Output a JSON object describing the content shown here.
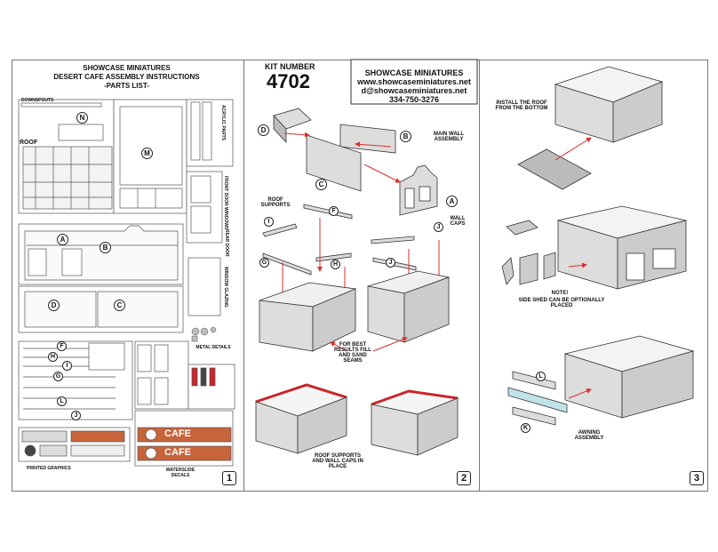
{
  "page1": {
    "title_line1": "SHOWCASE MINIATURES",
    "title_line2": "DESERT CAFE ASSEMBLY INSTRUCTIONS",
    "title_line3": "-PARTS LIST-",
    "label_downspouts": "DOWNSPOUTS",
    "label_roof": "ROOF",
    "label_acrylic": "ACRYLIC PARTS",
    "label_front_door": "FRONT DOOR WINDOWS",
    "label_rear_door": "REAR DOOR",
    "label_window_glazing": "WINDOW GLAZING",
    "label_metal_details": "METAL DETAILS",
    "label_printed_graphics": "PRINTED GRAPHICS",
    "label_waterslide": "WATERSLIDE DECALS",
    "decal_text": "CAFE",
    "page_number": "1",
    "parts": [
      "N",
      "M",
      "A",
      "B",
      "D",
      "C",
      "F",
      "H",
      "I",
      "G",
      "L",
      "J"
    ]
  },
  "page2": {
    "kit_label": "KIT NUMBER",
    "kit_number": "4702",
    "company": "SHOWCASE MINIATURES",
    "website": "www.showcaseminiatures.net",
    "email": "d@showcaseminiatures.net",
    "phone": "334-750-3276",
    "label_main_wall": "MAIN WALL ASSEMBLY",
    "label_roof_supports": "ROOF SUPPORTS",
    "label_wall_caps": "WALL CAPS",
    "label_best_results": "FOR BEST RESULTS FILL AND SAND SEAMS",
    "label_in_place": "ROOF SUPPORTS AND WALL CAPS IN PLACE",
    "parts": [
      "D",
      "B",
      "C",
      "A",
      "I",
      "F",
      "J",
      "G",
      "H",
      "J"
    ],
    "page_number": "2"
  },
  "page3": {
    "label_install_roof": "INSTALL THE ROOF FROM THE BOTTOM",
    "label_note": "NOTE!",
    "label_side_shed": "SIDE SHED CAN BE OPTIONALLY PLACED",
    "label_awning": "AWNING ASSEMBLY",
    "parts": [
      "L",
      "K"
    ],
    "page_number": "3"
  },
  "colors": {
    "line": "#333333",
    "arrow": "#d9302c",
    "fill": "#e8e8e8",
    "red_edge": "#c8262b",
    "cafe_orange": "#c8643a"
  }
}
